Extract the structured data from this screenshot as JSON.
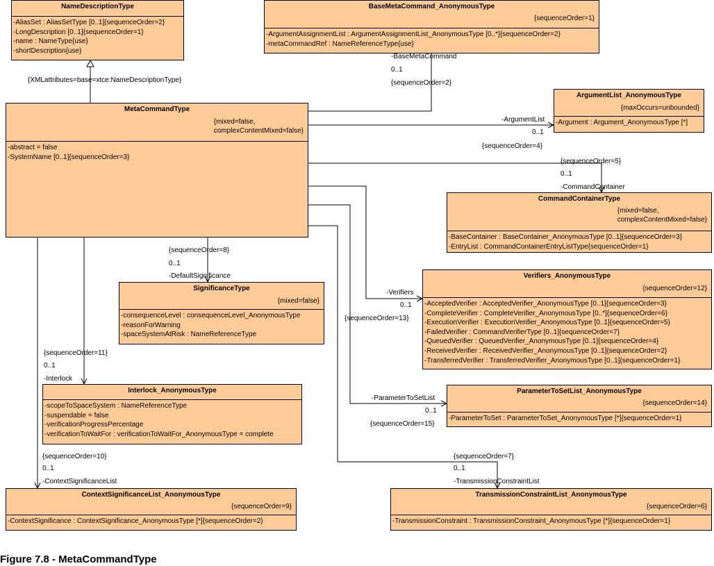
{
  "classes": {
    "name_description": {
      "name": "NameDescriptionType",
      "stereotype": "",
      "attributes": [
        "-AliasSet : AliasSetType [0..1]{sequenceOrder=2}",
        "-LongDescription [0..1]{sequenceOrder=1}",
        "-name : NameType{use}",
        "-shortDescription{use}"
      ]
    },
    "base_meta_command": {
      "name": "BaseMetaCommand_AnonymousType",
      "stereotype": "{sequenceOrder=1}",
      "attributes": [
        "-ArgumentAssignmentList : ArgumentAssignmentList_AnonymousType [0..*]{sequenceOrder=2}",
        "-metaCommandRef : NameReferenceType{use}"
      ]
    },
    "meta_command": {
      "name": "MetaCommandType",
      "stereotype": "{mixed=false,\ncomplexContentMixed=false}",
      "attributes": [
        "-abstract = false",
        "-SystemName [0..1]{sequenceOrder=3}"
      ]
    },
    "argument_list": {
      "name": "ArgumentList_AnonymousType",
      "stereotype": "{maxOccurs=unbounded}",
      "attributes": [
        "-Argument : Argument_AnonymousType [*]"
      ]
    },
    "command_container": {
      "name": "CommandContainerType",
      "stereotype": "{mixed=false,\ncomplexContentMixed=false}",
      "attributes": [
        "-BaseContainer : BaseContainer_AnonymousType [0..1]{sequenceOrder=3}",
        "-EntryList : CommandContainerEntryListType{sequenceOrder=1}"
      ]
    },
    "significance": {
      "name": "SignificanceType",
      "stereotype": "{mixed=false}",
      "attributes": [
        "-consequenceLevel : consequenceLevel_AnonymousType",
        "-reasonForWarning",
        "-spaceSystemAtRisk : NameReferenceType"
      ]
    },
    "verifiers": {
      "name": "Verifiers_AnonymousType",
      "stereotype": "{sequenceOrder=12}",
      "attributes": [
        "-AcceptedVerifier : AcceptedVerifier_AnonymousType [0..1]{sequenceOrder=3}",
        "-CompleteVerifier : CompleteVerifier_AnonymousType [0..*]{sequenceOrder=6}",
        "-ExecutionVerifier : ExecutionVerifier_AnonymousType [0..1]{sequenceOrder=5}",
        "-FailedVerifier : CommandVerifierType [0..1]{sequenceOrder=7}",
        "-QueuedVerifier : QueuedVerifier_AnonymousType [0..1]{sequenceOrder=4}",
        "-ReceivedVerifier : ReceivedVerifier_AnonymousType [0..1]{sequenceOrder=2}",
        "-TransferredVerifier : TransferredVerifier_AnonymousType [0..1]{sequenceOrder=1}"
      ]
    },
    "interlock": {
      "name": "Interlock_AnonymousType",
      "stereotype": "",
      "attributes": [
        "-scopeToSpaceSystem : NameReferenceType",
        "-suspendable = false",
        "-verificationProgressPercentage",
        "-verificationToWaitFor : verificationToWaitFor_AnonymousType = complete"
      ]
    },
    "parameter_to_set_list": {
      "name": "ParameterToSetList_AnonymousType",
      "stereotype": "{sequenceOrder=14}",
      "attributes": [
        "-ParameterToSet : ParameterToSet_AnonymousType [*]{sequenceOrder=1}"
      ]
    },
    "context_significance_list": {
      "name": "ContextSignificanceList_AnonymousType",
      "stereotype": "{sequenceOrder=9}",
      "attributes": [
        "-ContextSignificance : ContextSignificance_AnonymousType [*]{sequenceOrder=2}"
      ]
    },
    "transmission_constraint_list": {
      "name": "TransmissionConstraintList_AnonymousType",
      "stereotype": "{sequenceOrder=6}",
      "attributes": [
        "-TransmissionConstraint : TransmissionConstraint_AnonymousType [*]{sequenceOrder=1}"
      ]
    }
  },
  "labels": {
    "xml_attributes": "{XMLattributes=base=xtce:NameDescriptionType}",
    "bmc_role": "-BaseMetaCommand",
    "bmc_mult": "0..1",
    "bmc_seq": "{sequenceOrder=2}",
    "arg_role": "-ArgumentList",
    "arg_mult": "0..1",
    "arg_seq": "{sequenceOrder=4}",
    "cc_seq": "{sequenceOrder=5}",
    "cc_mult": "0..1",
    "cc_role": "-CommandContainer",
    "sig_seq": "{sequenceOrder=8}",
    "sig_mult": "0..1",
    "sig_role": "-DefaultSignificance",
    "ver_role": "-Verifiers",
    "ver_mult": "0..1",
    "ver_seq": "{sequenceOrder=13}",
    "il_seq": "{sequenceOrder=11}",
    "il_mult": "0..1",
    "il_role": "-Interlock",
    "pts_role": "-ParameterToSetList",
    "pts_mult": "0..1",
    "pts_seq": "{sequenceOrder=15}",
    "cs_seq": "{sequenceOrder=10}",
    "cs_mult": "0..1",
    "cs_role": "-ContextSignificanceList",
    "tc_seq": "{sequenceOrder=7}",
    "tc_mult": "0..1",
    "tc_role": "-TransmissionConstraintList"
  },
  "caption": "Figure 7.8 - MetaCommandType"
}
